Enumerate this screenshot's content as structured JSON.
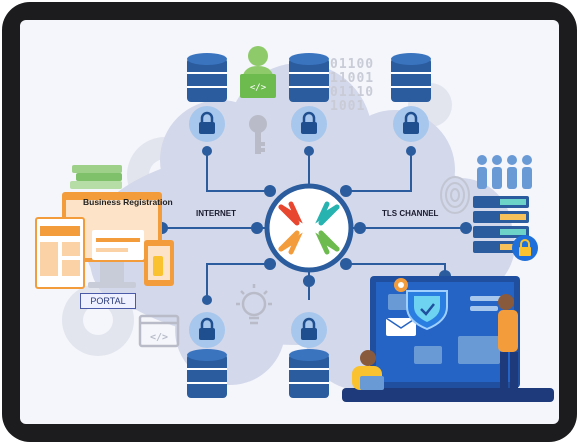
{
  "labels": {
    "internet": "INTERNET",
    "tls_channel": "TLS CHANNEL",
    "business_registration": "Business Registration",
    "portal": "PORTAL"
  },
  "binary_text": "01100\n11001\n01110\n1001",
  "colors": {
    "frame": "#1c1c1e",
    "screen_bg": "#f2f4fb",
    "cloud": "#d3d8ea",
    "database": "#2a5c9e",
    "lock_circle": "#a8c7ec",
    "line": "#2a5c9e",
    "node": "#2a5c9e",
    "accent_green": "#6dbb4f",
    "accent_orange": "#f39c3c",
    "accent_red": "#e8462e",
    "accent_teal": "#27b3b0"
  },
  "icons": [
    "database-icon",
    "lock-icon",
    "key-icon",
    "developer-icon",
    "code-icon",
    "lightbulb-icon",
    "fingerprint-icon",
    "users-icon",
    "server-icon",
    "shield-icon",
    "compass-logo-icon",
    "gear-icon"
  ]
}
